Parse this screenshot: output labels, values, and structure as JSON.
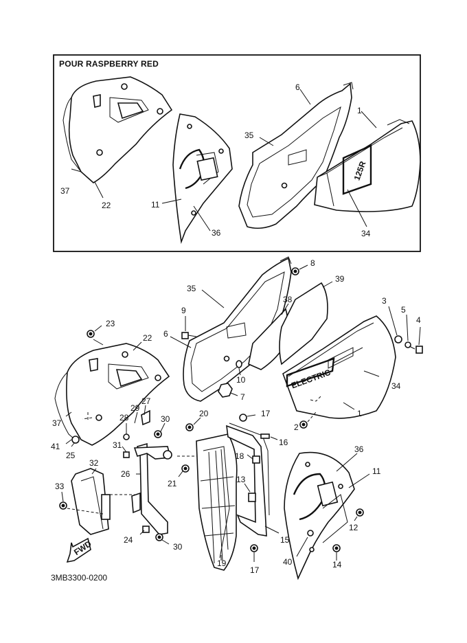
{
  "inset": {
    "title": "POUR RASPBERRY RED",
    "callouts": {
      "c6": "6",
      "c35": "35",
      "c1": "1",
      "c37": "37",
      "c22": "22",
      "c11": "11",
      "c36": "36",
      "c34": "34"
    },
    "decal_text": "125R"
  },
  "main": {
    "callouts": {
      "c8": "8",
      "c35": "35",
      "c39": "39",
      "c38": "38",
      "c9": "9",
      "c6": "6",
      "c3": "3",
      "c5": "5",
      "c4": "4",
      "c23": "23",
      "c22": "22",
      "c10": "10",
      "c7": "7",
      "c34": "34",
      "c2": "2",
      "c1": "1",
      "c37": "37",
      "c27": "27",
      "c29": "29",
      "c28": "28",
      "c30a": "30",
      "c20": "20",
      "c17a": "17",
      "c16": "16",
      "c41": "41",
      "c25": "25",
      "c31": "31",
      "c18": "18",
      "c36": "36",
      "c11": "11",
      "c32": "32",
      "c26": "26",
      "c21": "21",
      "c13": "13",
      "c33": "33",
      "c12": "12",
      "c24": "24",
      "c30b": "30",
      "c15": "15",
      "c40": "40",
      "c19": "19",
      "c17b": "17",
      "c14": "14"
    },
    "decal_text": "ELECTRIC",
    "fwd_label": "FWD"
  },
  "drawing_code": "3MB3300-0200"
}
